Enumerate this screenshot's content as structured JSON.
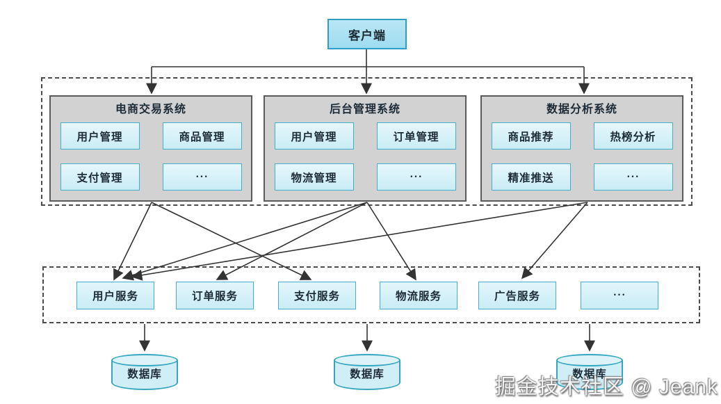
{
  "client": {
    "label": "客户端"
  },
  "systems": [
    {
      "title": "电商交易系统",
      "modules": [
        "用户管理",
        "商品管理",
        "支付管理",
        "···"
      ]
    },
    {
      "title": "后台管理系统",
      "modules": [
        "用户管理",
        "订单管理",
        "物流管理",
        "···"
      ]
    },
    {
      "title": "数据分析系统",
      "modules": [
        "商品推荐",
        "热榜分析",
        "精准推送",
        "···"
      ]
    }
  ],
  "services": [
    {
      "label": "用户服务"
    },
    {
      "label": "订单服务"
    },
    {
      "label": "支付服务"
    },
    {
      "label": "物流服务"
    },
    {
      "label": "广告服务"
    },
    {
      "label": "···"
    }
  ],
  "databases": [
    {
      "label": "数据库"
    },
    {
      "label": "数据库"
    },
    {
      "label": "数据库"
    }
  ],
  "watermark": "掘金技术社区 @ Jeank",
  "colors": {
    "client_fill": "#a9e0f2",
    "client_border": "#2f9ec7",
    "module_fill": "#d9f3fa",
    "module_border": "#45aecf",
    "system_fill": "#d2d2d2",
    "system_border": "#5a5a5a",
    "cylinder_fill": "#cfeef6",
    "cylinder_border": "#35a6c2",
    "arrow": "#333333"
  }
}
